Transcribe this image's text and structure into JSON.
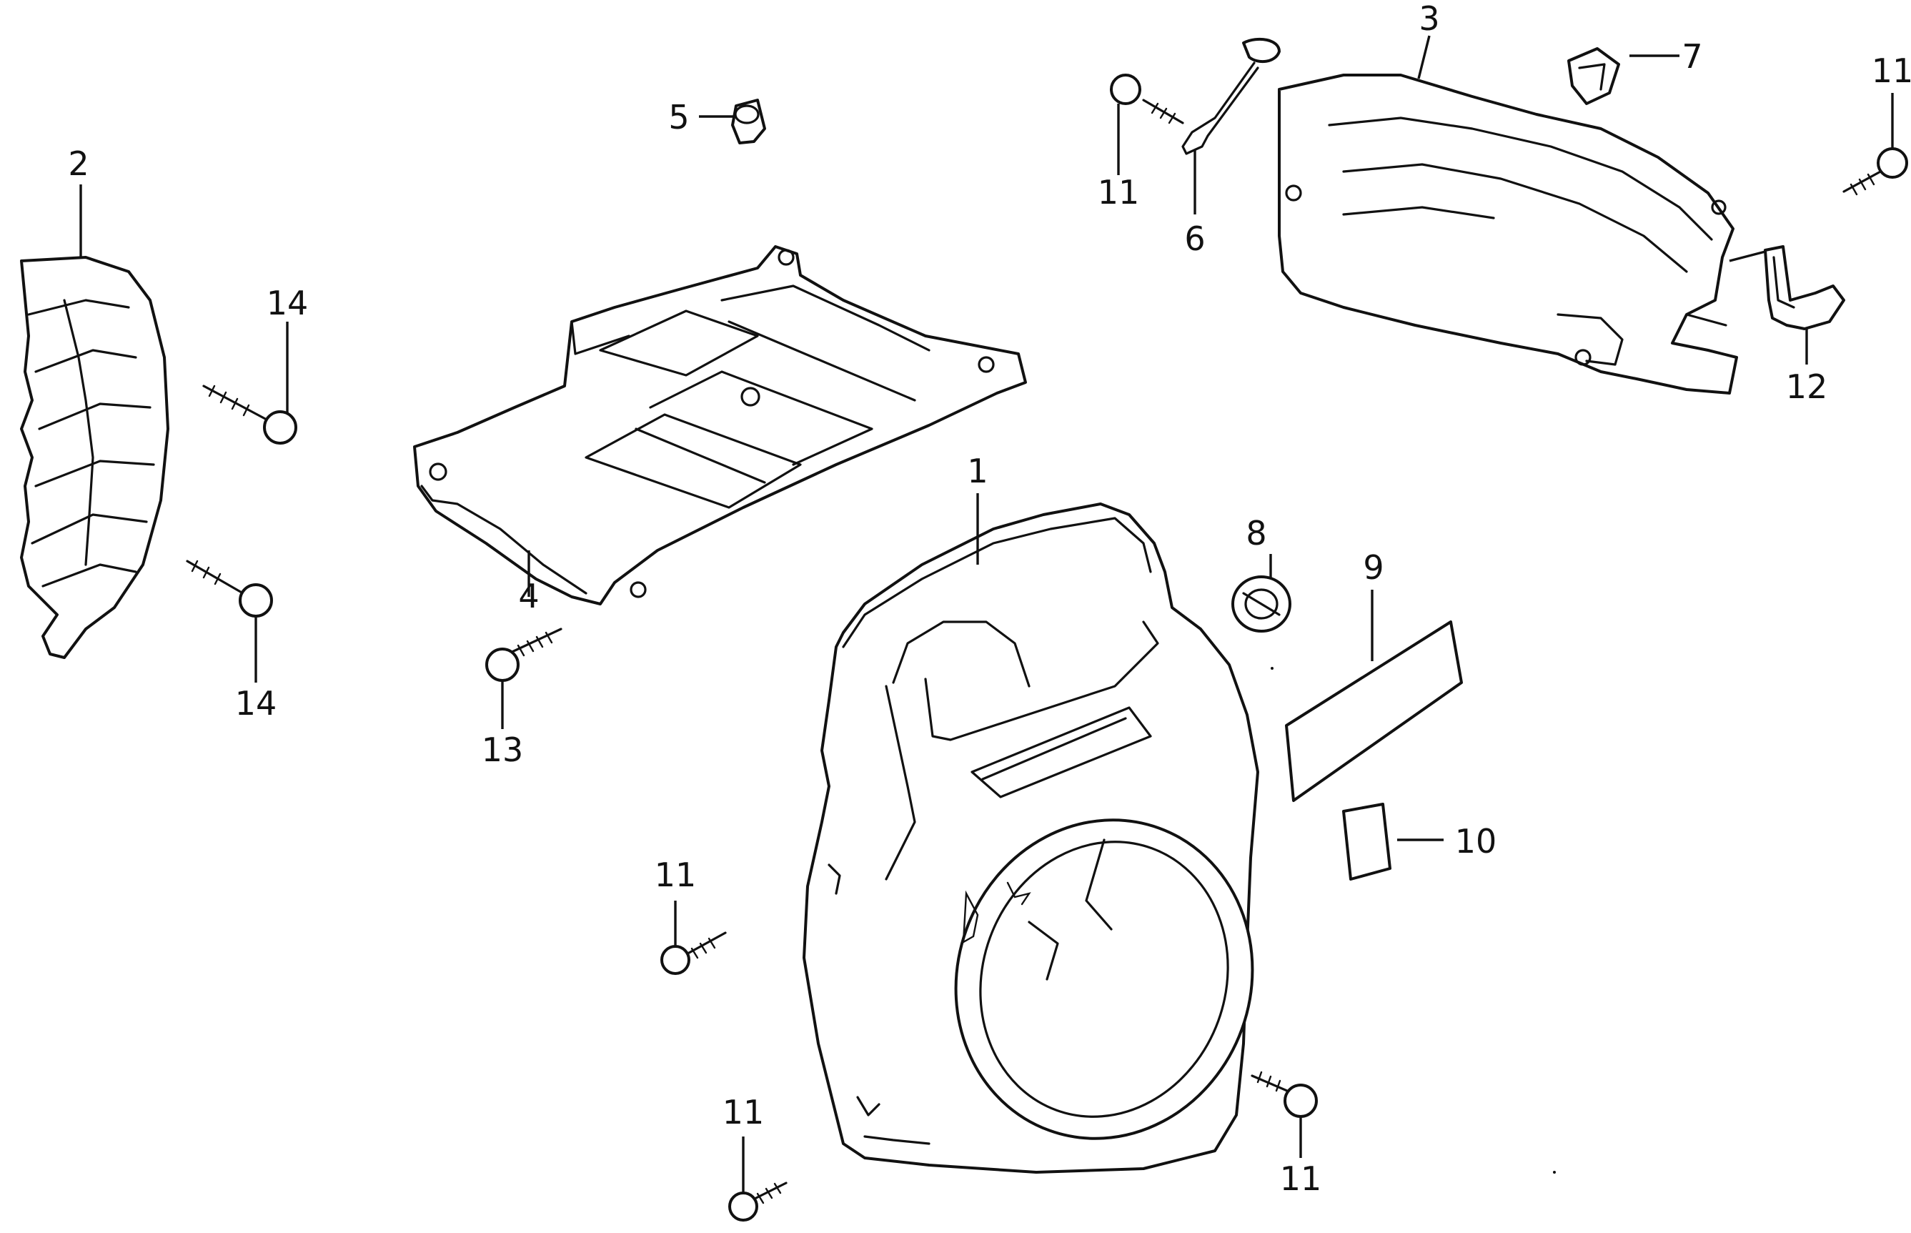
{
  "callouts": [
    {
      "id": "c1",
      "text": "1"
    },
    {
      "id": "c2",
      "text": "2"
    },
    {
      "id": "c3",
      "text": "3"
    },
    {
      "id": "c4",
      "text": "4"
    },
    {
      "id": "c5",
      "text": "5"
    },
    {
      "id": "c6",
      "text": "6"
    },
    {
      "id": "c7",
      "text": "7"
    },
    {
      "id": "c8",
      "text": "8"
    },
    {
      "id": "c9",
      "text": "9"
    },
    {
      "id": "c10",
      "text": "10"
    },
    {
      "id": "c11a",
      "text": "11"
    },
    {
      "id": "c11b",
      "text": "11"
    },
    {
      "id": "c11c",
      "text": "11"
    },
    {
      "id": "c11d",
      "text": "11"
    },
    {
      "id": "c11e",
      "text": "11"
    },
    {
      "id": "c12",
      "text": "12"
    },
    {
      "id": "c13",
      "text": "13"
    },
    {
      "id": "c14a",
      "text": "14"
    },
    {
      "id": "c14b",
      "text": "14"
    }
  ]
}
